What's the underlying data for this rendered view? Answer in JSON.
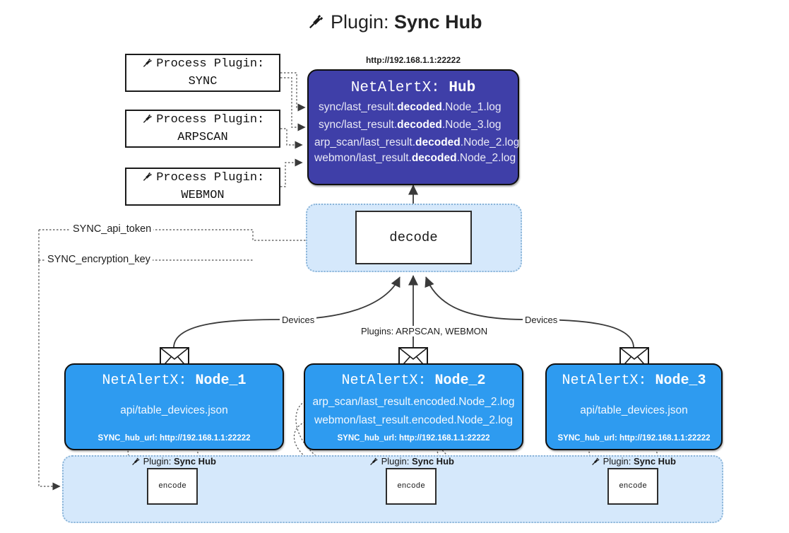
{
  "title": {
    "icon": "plug-icon",
    "prefix": "Plugin:",
    "name": "Sync Hub"
  },
  "process_plugins": [
    {
      "line1": "Process Plugin:",
      "line2": "SYNC"
    },
    {
      "line1": "Process Plugin:",
      "line2": "ARPSCAN"
    },
    {
      "line1": "Process Plugin:",
      "line2": "WEBMON"
    }
  ],
  "hub": {
    "url": "http://192.168.1.1:22222",
    "title_prefix": "NetAlertX:",
    "title_name": "Hub",
    "logs": [
      {
        "pre": "sync/last_result.",
        "mid": "decoded",
        "post": ".Node_1.log"
      },
      {
        "pre": "sync/last_result.",
        "mid": "decoded",
        "post": ".Node_3.log"
      },
      {
        "pre": "arp_scan/last_result.",
        "mid": "decoded",
        "post": ".Node_2.log"
      },
      {
        "pre": "webmon/last_result.",
        "mid": "decoded",
        "post": ".Node_2.log"
      }
    ]
  },
  "decode": {
    "label": "decode"
  },
  "tokens": [
    {
      "label": "SYNC_api_token"
    },
    {
      "label": "SYNC_encryption_key"
    }
  ],
  "edge_labels": {
    "left_devices": "Devices",
    "right_devices": "Devices",
    "center_plugins": "Plugins: ARPSCAN, WEBMON"
  },
  "nodes": [
    {
      "title_prefix": "NetAlertX:",
      "title_name": "Node_1",
      "lines": [
        "api/table_devices.json"
      ],
      "footer": "SYNC_hub_url: http://192.168.1.1:22222",
      "mail_icon": "envelope-icon"
    },
    {
      "title_prefix": "NetAlertX:",
      "title_name": "Node_2",
      "lines": [
        "arp_scan/last_result.encoded.Node_2.log",
        "webmon/last_result.encoded.Node_2.log"
      ],
      "footer": "SYNC_hub_url: http://192.168.1.1:22222",
      "mail_icon": "envelope-icon"
    },
    {
      "title_prefix": "NetAlertX:",
      "title_name": "Node_3",
      "lines": [
        "api/table_devices.json"
      ],
      "footer": "SYNC_hub_url: http://192.168.1.1:22222",
      "mail_icon": "envelope-icon"
    }
  ],
  "encoders": [
    {
      "plugin_prefix": "Plugin:",
      "plugin_name": "Sync Hub",
      "box_label": "encode"
    },
    {
      "plugin_prefix": "Plugin:",
      "plugin_name": "Sync Hub",
      "box_label": "encode"
    },
    {
      "plugin_prefix": "Plugin:",
      "plugin_name": "Sync Hub",
      "box_label": "encode"
    }
  ],
  "colors": {
    "hub": "#3f3fa8",
    "node": "#2e9bf0",
    "group": "#d5e8fb",
    "group_border": "#8ab4d8",
    "line": "#3a3a3a"
  }
}
